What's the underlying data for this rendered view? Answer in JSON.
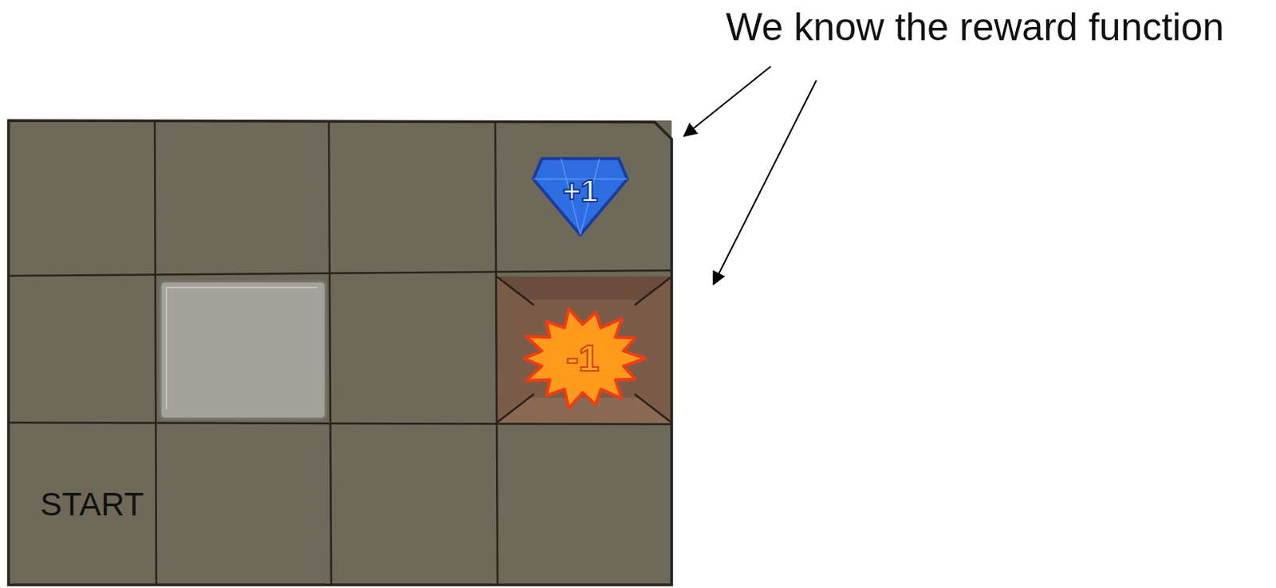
{
  "diagram": {
    "nodes": [
      {
        "text": [
          "+1"
        ]
      },
      {
        "text": [
          "-1"
        ]
      }
    ],
    "labels": [
      "We know the reward function",
      "START"
    ]
  }
}
